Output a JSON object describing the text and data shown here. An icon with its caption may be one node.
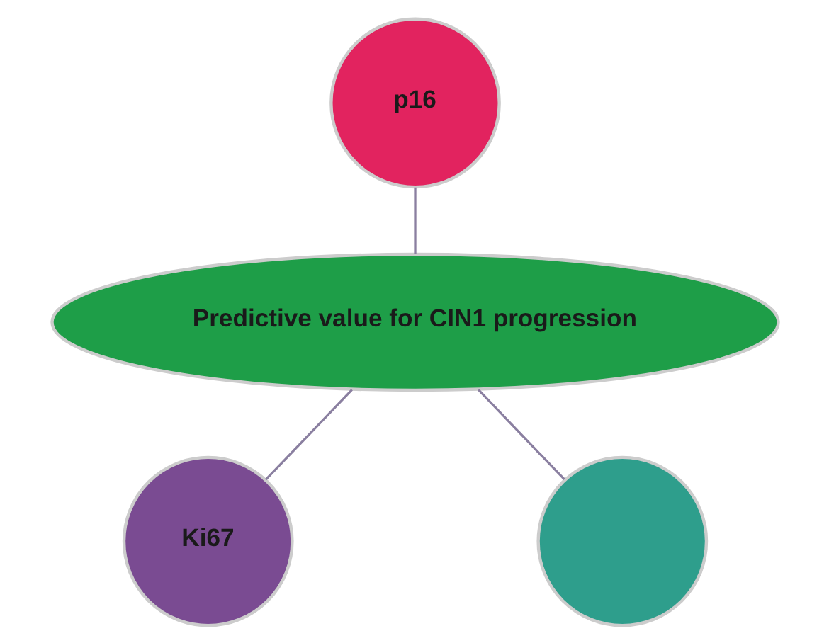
{
  "diagram": {
    "nodes": [
      {
        "text": [
          "p16"
        ]
      },
      {
        "text": [
          "Predictive value for CIN1 progression"
        ]
      },
      {
        "text": [
          "Ki67"
        ]
      },
      {
        "text": [],
        "shape": "circle"
      }
    ],
    "edges": [
      {
        "from": 0,
        "to": 1,
        "arrow": "none"
      },
      {
        "from": 1,
        "to": 2,
        "arrow": "none"
      },
      {
        "from": 1,
        "to": 3,
        "arrow": "none"
      }
    ]
  }
}
